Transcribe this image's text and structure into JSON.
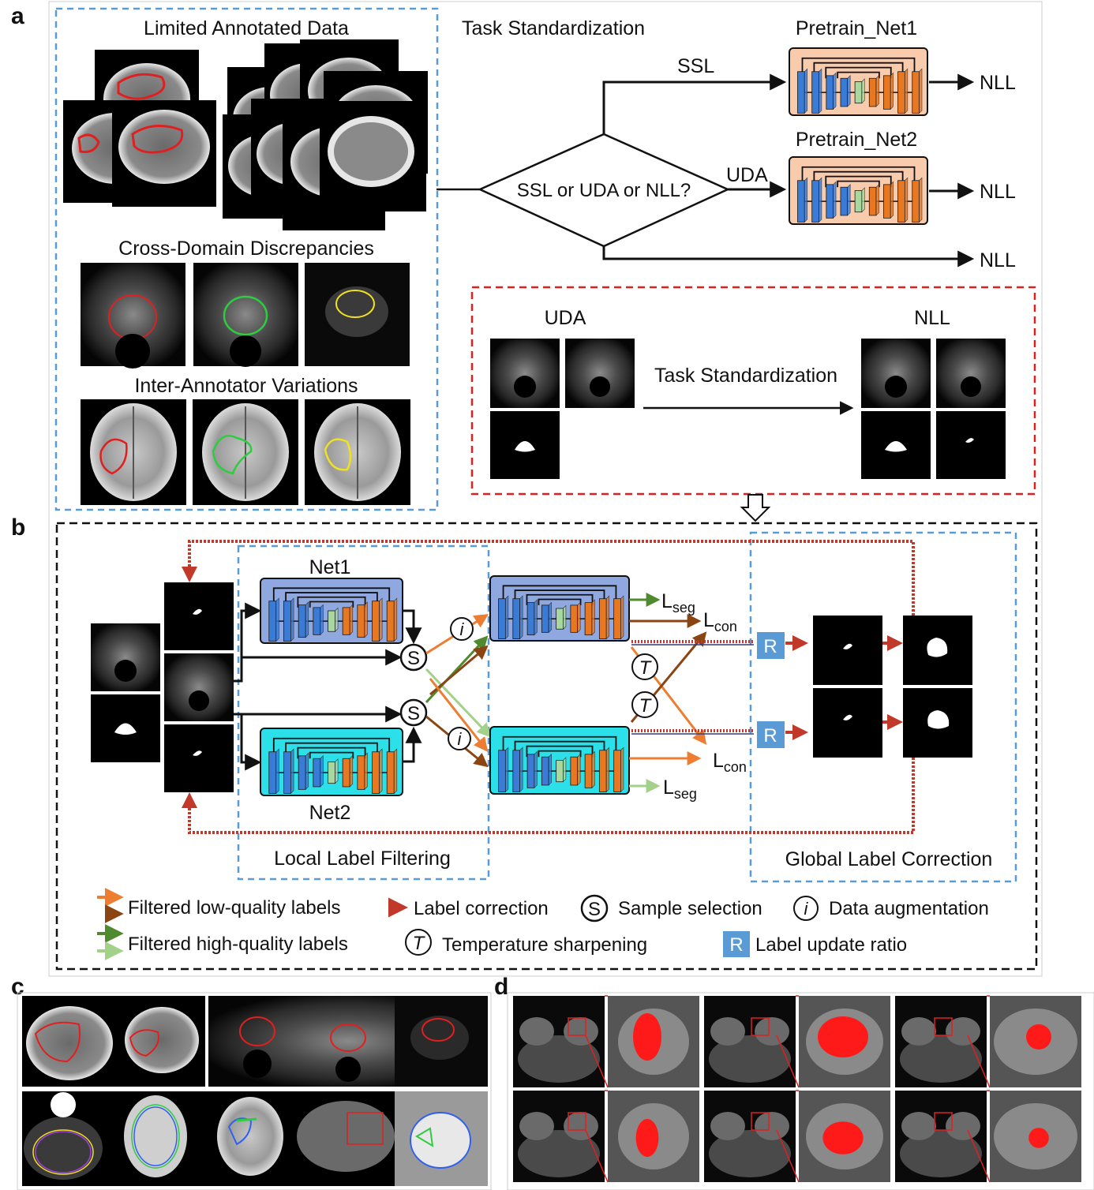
{
  "panels": {
    "a": "a",
    "b": "b",
    "c": "c",
    "d": "d"
  },
  "panel_a": {
    "limited_title": "Limited Annotated Data",
    "cross_title": "Cross-Domain Discrepancies",
    "inter_title": "Inter-Annotator Variations",
    "task_std_title": "Task Standardization",
    "decision_label": "SSL or UDA or NLL?",
    "branch_ssl": "SSL",
    "branch_uda": "UDA",
    "net1_label": "Pretrain_Net1",
    "net2_label": "Pretrain_Net2",
    "out_nll": "NLL",
    "example": {
      "left_title": "UDA",
      "right_title": "NLL",
      "arrow_label": "Task Standardization"
    }
  },
  "panel_b": {
    "net1": "Net1",
    "net2": "Net2",
    "sample_symbol": "S",
    "aug_symbol": "i",
    "temp_symbol": "T",
    "ratio_symbol": "R",
    "l_seg_main": "L",
    "l_seg_sub": "seg",
    "l_con_main": "L",
    "l_con_sub": "con",
    "local_label": "Local Label Filtering",
    "global_label": "Global Label Correction",
    "legend": {
      "low_quality": "Filtered low-quality labels",
      "high_quality": "Filtered high-quality labels",
      "label_correction": "Label correction",
      "sample_selection": "Sample selection",
      "data_augmentation": "Data augmentation",
      "temperature_sharpening": "Temperature sharpening",
      "label_update_ratio": "Label update ratio"
    }
  },
  "colors": {
    "blue_dash": "#5b9bd5",
    "red_dash": "#e02020",
    "orange": "#ed7d31",
    "brown": "#8b4513",
    "dark_green": "#4f8a2e",
    "light_green": "#a3d18a",
    "ratio_box": "#5b9bd5",
    "net1_fill": "#8fa8e0",
    "net2_fill": "#2ce0ea",
    "pretrain_fill": "#f8cbad",
    "correction": "#c0392b"
  }
}
